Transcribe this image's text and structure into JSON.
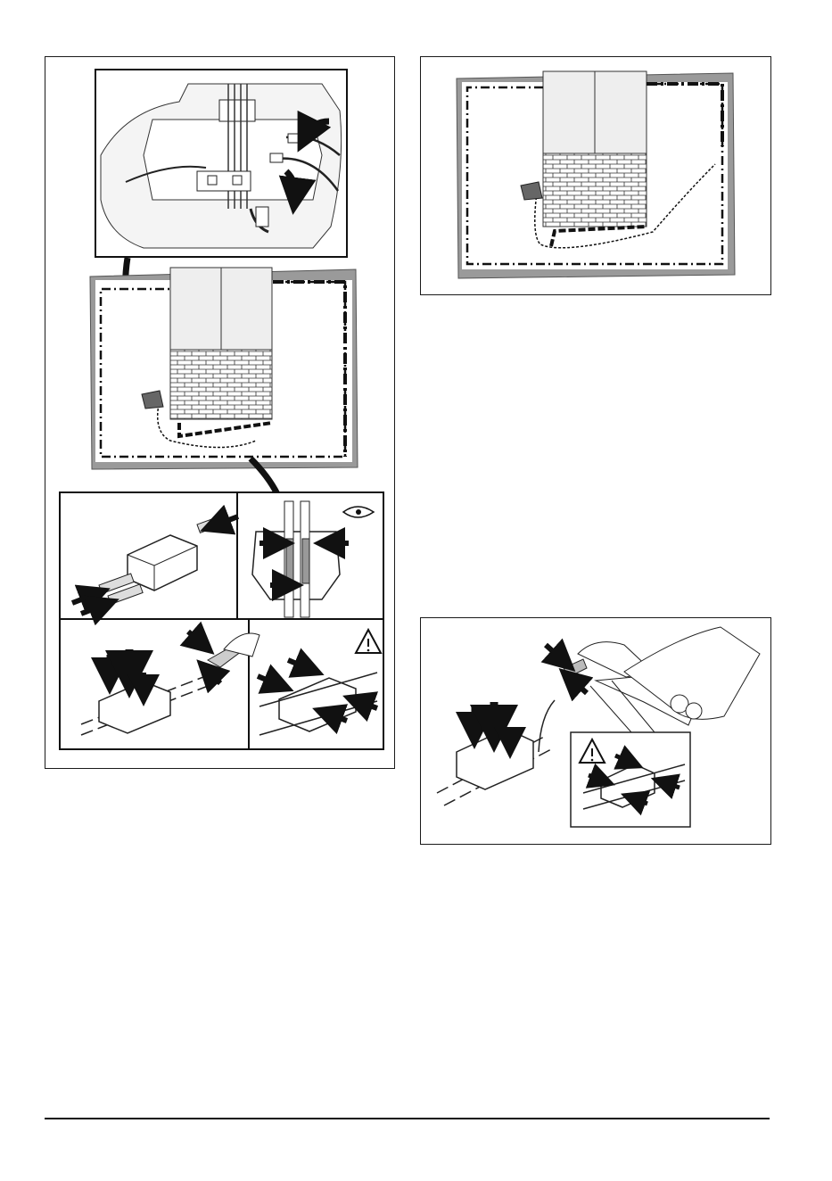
{
  "page": {
    "background": "#ffffff",
    "ink": "#1a1a1a",
    "light_fill": "#eeeeee",
    "border_fill": "#9a9a9a"
  },
  "figures": [
    {
      "id": "left",
      "panels": [
        "charging-station-connector-closeup",
        "work-area-layout",
        "cable-coupler-insert",
        "inspect-cross-section",
        "crimp-with-pliers",
        "press-evenly-warning"
      ],
      "icons": [
        "eye-icon",
        "warning-icon",
        "arrow-icon"
      ]
    },
    {
      "id": "top-right",
      "panels": [
        "work-area-layout"
      ]
    },
    {
      "id": "bottom-right",
      "panels": [
        "crimp-with-pliers",
        "press-evenly-warning"
      ],
      "icons": [
        "warning-icon",
        "arrow-icon"
      ]
    }
  ]
}
